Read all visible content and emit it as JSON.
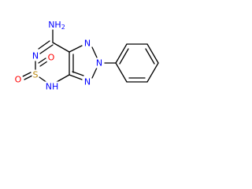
{
  "molecule": {
    "colors": {
      "carbon_bond": "#000000",
      "nitrogen": "#0000ff",
      "oxygen": "#ff0000",
      "sulfur": "#b8860b",
      "background": "#ffffff"
    },
    "atoms": [
      {
        "id": "amine",
        "label": "NH2",
        "element": "N"
      },
      {
        "id": "n-left",
        "label": "N",
        "element": "N"
      },
      {
        "id": "sulfur",
        "label": "S",
        "element": "S"
      },
      {
        "id": "oxo-top",
        "label": "O",
        "element": "O"
      },
      {
        "id": "oxo-left",
        "label": "O",
        "element": "O"
      },
      {
        "id": "nh",
        "label": "NH",
        "element": "N"
      },
      {
        "id": "triazole-n-top",
        "label": "N",
        "element": "N"
      },
      {
        "id": "triazole-n-mid",
        "label": "N",
        "element": "N"
      },
      {
        "id": "triazole-n-bottom",
        "label": "N",
        "element": "N"
      }
    ]
  }
}
